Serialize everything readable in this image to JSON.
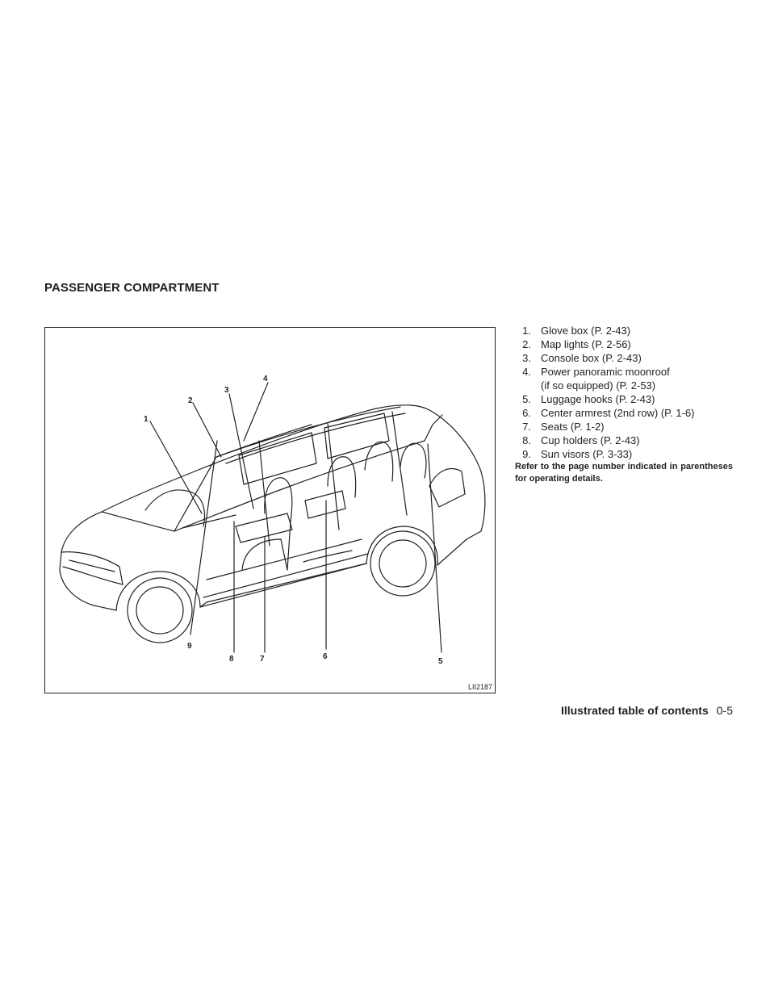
{
  "heading": "PASSENGER COMPARTMENT",
  "figure": {
    "code": "LII2187",
    "callouts": [
      "1",
      "2",
      "3",
      "4",
      "5",
      "6",
      "7",
      "8",
      "9"
    ]
  },
  "items": [
    {
      "num": "1.",
      "text": "Glove box (P. 2-43)"
    },
    {
      "num": "2.",
      "text": "Map lights (P. 2-56)"
    },
    {
      "num": "3.",
      "text": "Console box (P. 2-43)"
    },
    {
      "num": "4.",
      "text": "Power panoramic moonroof",
      "text2": "(if so equipped) (P. 2-53)"
    },
    {
      "num": "5.",
      "text": "Luggage hooks (P. 2-43)"
    },
    {
      "num": "6.",
      "text": "Center armrest (2nd row) (P. 1-6)"
    },
    {
      "num": "7.",
      "text": "Seats (P. 1-2)"
    },
    {
      "num": "8.",
      "text": "Cup holders (P. 2-43)"
    },
    {
      "num": "9.",
      "text": "Sun visors (P. 3-33)"
    }
  ],
  "note": "Refer to the page number indicated in parentheses for operating details.",
  "footer": {
    "section": "Illustrated table of contents",
    "page": "0-5"
  }
}
